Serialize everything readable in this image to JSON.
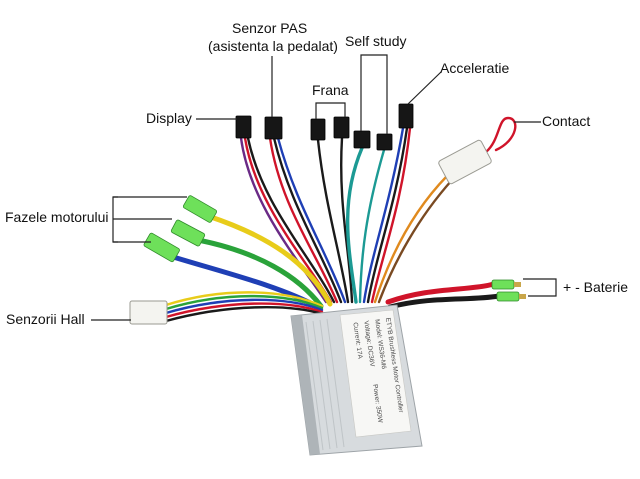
{
  "labels": {
    "senzor_pas": "Senzor PAS",
    "senzor_pas_sub": "(asistenta la pedalat)",
    "self_study": "Self study",
    "acceleratie": "Acceleratie",
    "frana": "Frana",
    "display": "Display",
    "contact": "Contact",
    "fazele_motorului": "Fazele motorului",
    "senzorii_hall": "Senzorii Hall",
    "baterie": "+ - Baterie"
  },
  "controller_sticker": {
    "title": "ETYB Brushless Motor Controller",
    "model": "Model: WS36-M6",
    "voltage": "Voltage: DC36V",
    "power": "Power: 350W",
    "current": "Current: 17A"
  }
}
